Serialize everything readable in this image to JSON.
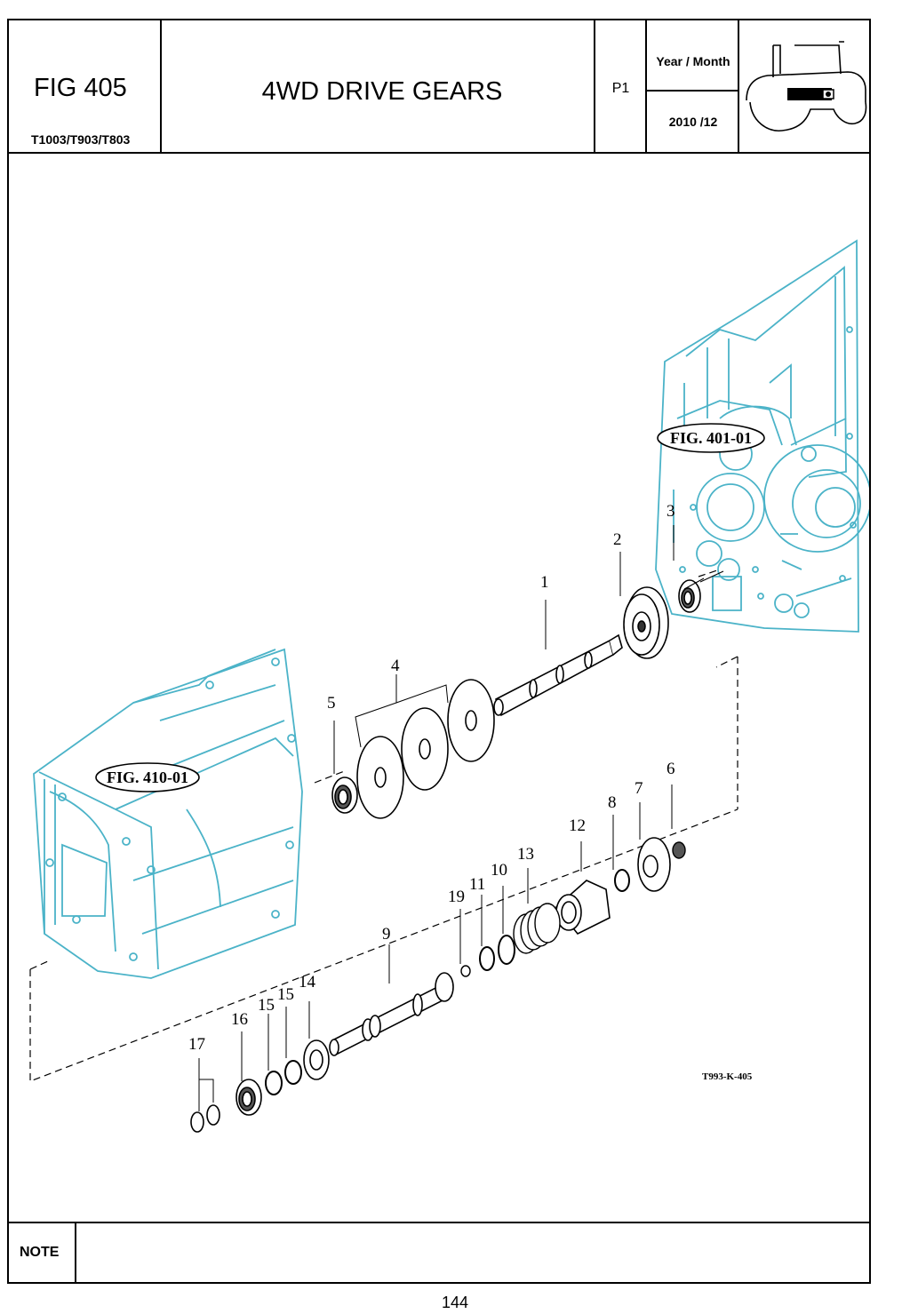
{
  "header": {
    "fig_title": "FIG 405",
    "models": "T1003/T903/T803",
    "main_title": "4WD DRIVE GEARS",
    "page_code": "P1",
    "year_month_label": "Year / Month",
    "year_month_value": "2010 /12"
  },
  "diagram": {
    "callout_rear": "FIG. 401-01",
    "callout_front": "FIG. 410-01",
    "drawing_code": "T993-K-405",
    "part_numbers": [
      "1",
      "2",
      "3",
      "4",
      "5",
      "6",
      "7",
      "8",
      "9",
      "10",
      "11",
      "12",
      "13",
      "14",
      "15",
      "15",
      "16",
      "17",
      "19"
    ]
  },
  "note": {
    "label": "NOTE"
  },
  "footer": {
    "page_number": "144"
  },
  "colors": {
    "housing_line": "#4bb3c8",
    "ink": "#000000"
  }
}
